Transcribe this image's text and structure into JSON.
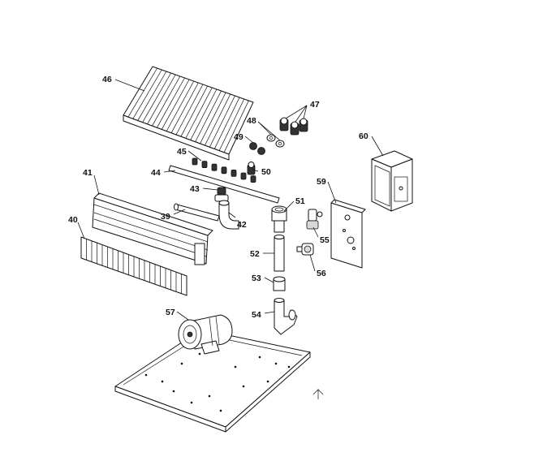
{
  "callouts": [
    {
      "id": "callout-46",
      "text": "46"
    },
    {
      "id": "callout-47",
      "text": "47"
    },
    {
      "id": "callout-48",
      "text": "48"
    },
    {
      "id": "callout-49",
      "text": "49"
    },
    {
      "id": "callout-45",
      "text": "45"
    },
    {
      "id": "callout-44",
      "text": "44"
    },
    {
      "id": "callout-50",
      "text": "50"
    },
    {
      "id": "callout-60",
      "text": "60"
    },
    {
      "id": "callout-41",
      "text": "41"
    },
    {
      "id": "callout-43",
      "text": "43"
    },
    {
      "id": "callout-51",
      "text": "51"
    },
    {
      "id": "callout-59",
      "text": "59"
    },
    {
      "id": "callout-39",
      "text": "39"
    },
    {
      "id": "callout-42",
      "text": "42"
    },
    {
      "id": "callout-40",
      "text": "40"
    },
    {
      "id": "callout-55",
      "text": "55"
    },
    {
      "id": "callout-52",
      "text": "52"
    },
    {
      "id": "callout-56",
      "text": "56"
    },
    {
      "id": "callout-53",
      "text": "53"
    },
    {
      "id": "callout-57",
      "text": "57"
    },
    {
      "id": "callout-54",
      "text": "54"
    }
  ]
}
